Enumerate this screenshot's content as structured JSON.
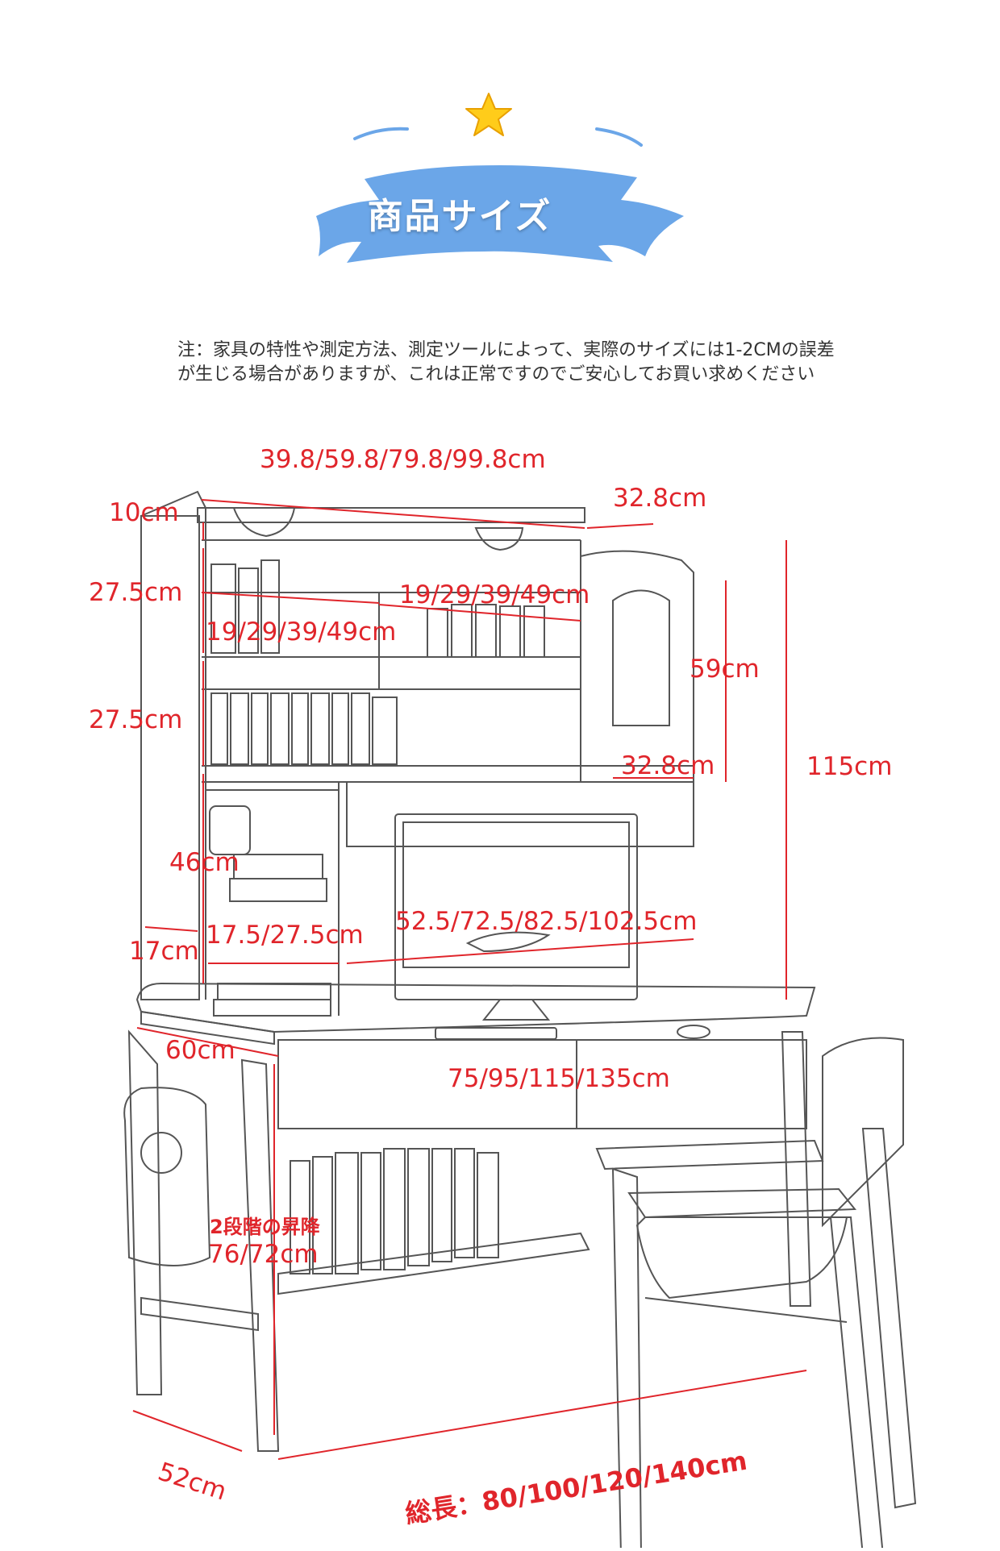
{
  "header": {
    "title": "商品サイズ"
  },
  "note": {
    "line1": "注：家具の特性や測定方法、測定ツールによって、実際のサイズには1-2CMの誤差",
    "line2": "が生じる場合がありますが、これは正常ですのでご安心してお買い求めください"
  },
  "dimensions": {
    "hutch_width": "39.8/59.8/79.8/99.8cm",
    "side_cabinet_depth_top": "32.8cm",
    "top_gap": "10cm",
    "shelf1_height": "27.5cm",
    "shelf2_height": "27.5cm",
    "shelf_width_right": "19/29/39/49cm",
    "shelf_width_left": "19/29/39/49cm",
    "side_cabinet_height": "59cm",
    "side_cabinet_width": "32.8cm",
    "total_height": "115cm",
    "lower_shelf_height": "46cm",
    "side_depth": "17cm",
    "lower_shelf_width": "17.5/27.5cm",
    "monitor_opening_width": "52.5/72.5/82.5/102.5cm",
    "desk_depth": "60cm",
    "desk_width": "75/95/115/135cm",
    "height_adjust_label": "2段階の昇降",
    "desk_height": "76/72cm",
    "base_depth": "52cm",
    "total_length": "総長：80/100/120/140cm"
  },
  "colors": {
    "accent": "#e0252b",
    "banner_blue": "#6ba6e8",
    "star_yellow": "#ffcc1a",
    "line_gray": "#555555"
  }
}
